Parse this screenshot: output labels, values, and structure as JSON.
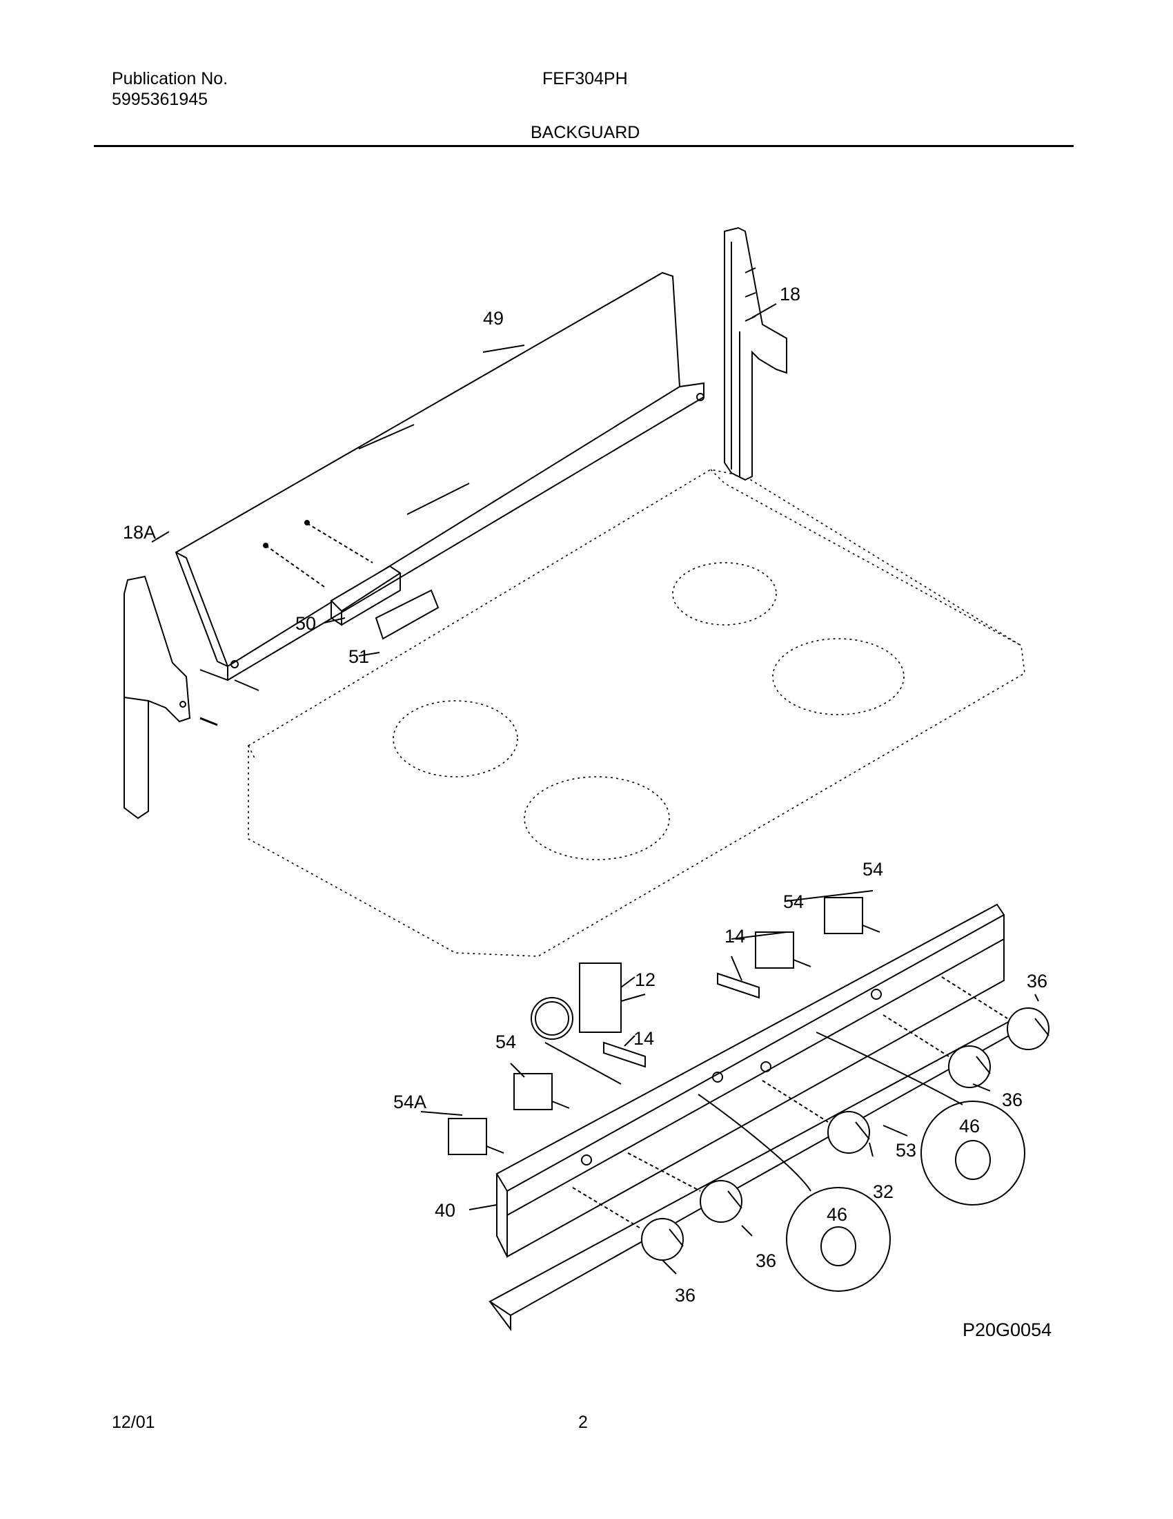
{
  "header": {
    "publication_label": "Publication No.",
    "publication_number": "5995361945",
    "model": "FEF304PH",
    "section_title": "BACKGUARD"
  },
  "diagram": {
    "figure_code": "P20G0054",
    "callouts": [
      "49",
      "18",
      "18A",
      "50",
      "51",
      "54",
      "54",
      "14",
      "12",
      "14",
      "54",
      "54A",
      "36",
      "36",
      "46",
      "53",
      "32",
      "46",
      "40",
      "36",
      "36"
    ]
  },
  "footer": {
    "date": "12/01",
    "page": "2"
  }
}
